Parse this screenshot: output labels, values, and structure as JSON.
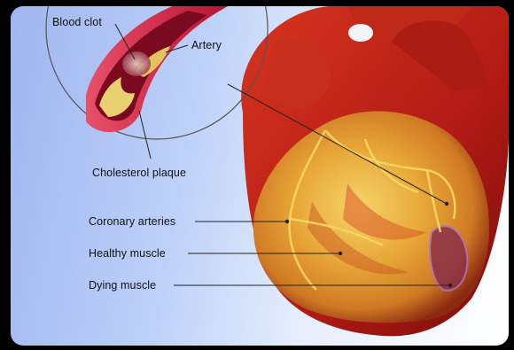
{
  "labels": {
    "blood_clot": "Blood clot",
    "artery": "Artery",
    "cholesterol_plaque": "Cholesterol plaque",
    "coronary_arteries": "Coronary arteries",
    "healthy_muscle": "Healthy muscle",
    "dying_muscle": "Dying muscle"
  },
  "colors": {
    "background_gradient_start": "#9fb6f0",
    "background_gradient_end": "#ffffff",
    "artery_wall": "#d0213a",
    "heart_red": "#b8211a",
    "healthy_muscle": "#e8b73a",
    "dying_muscle": "#a05070",
    "leader_line": "#222222"
  }
}
